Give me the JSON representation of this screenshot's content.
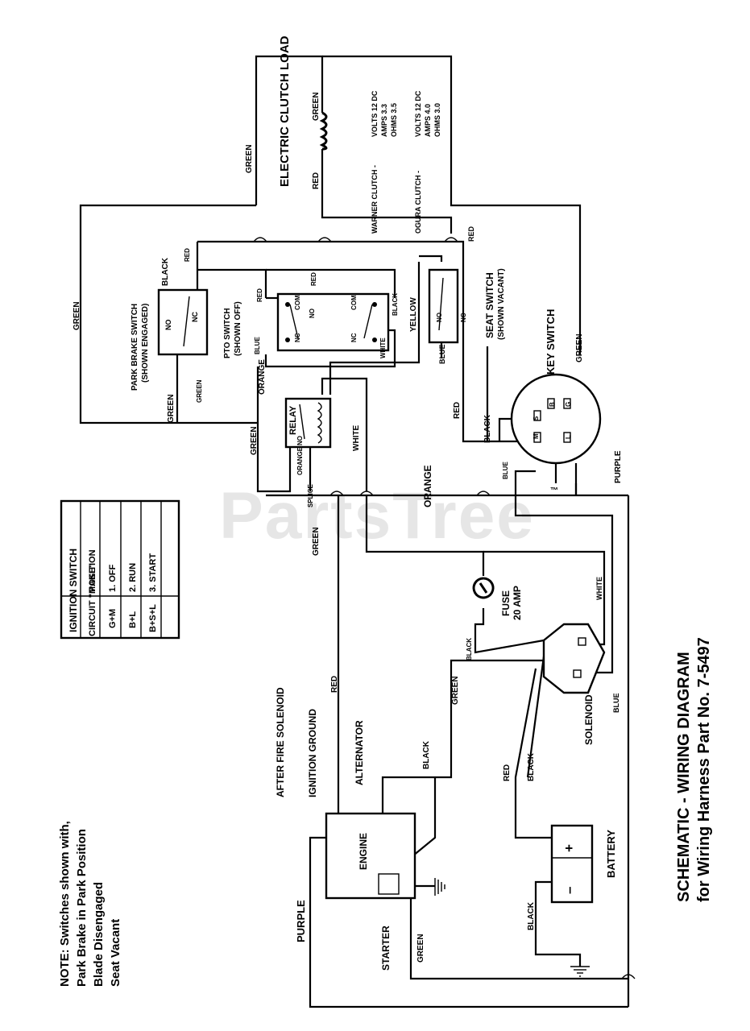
{
  "watermark": "PartsTree",
  "watermark_tm": "™",
  "title": {
    "line1": "SCHEMATIC - WIRING DIAGRAM",
    "line2": "for Wiring Harness Part No. 7-5497"
  },
  "note": {
    "line1": "NOTE: Switches shown with,",
    "line2": "Park Brake in Park Position",
    "line3": "Blade Disengaged",
    "line4": "Seat Vacant"
  },
  "ignition_table": {
    "title": "IGNITION SWITCH",
    "headers": [
      "POSITION",
      "CIRCUIT \"MAKE\""
    ],
    "rows": [
      [
        "1. OFF",
        "G+M"
      ],
      [
        "2. RUN",
        "B+L"
      ],
      [
        "3. START",
        "B+S+L"
      ]
    ]
  },
  "components": {
    "electric_clutch": "ELECTRIC CLUTCH LOAD",
    "warner_clutch": "WARNER CLUTCH -",
    "warner_volts": "VOLTS 12 DC",
    "warner_amps": "AMPS 3.3",
    "warner_ohms": "OHMS 3.5",
    "ogura_clutch": "OGURA CLUTCH -",
    "ogura_volts": "VOLTS 12 DC",
    "ogura_amps": "AMPS 4.0",
    "ogura_ohms": "OHMS 3.0",
    "park_brake_switch": "PARK BRAKE SWITCH",
    "park_brake_state": "(SHOWN ENGAGED)",
    "pto_switch": "PTO SWITCH",
    "pto_state": "(SHOWN OFF)",
    "seat_switch": "SEAT SWITCH",
    "seat_state": "(SHOWN VACANT)",
    "key_switch": "KEY SWITCH",
    "relay": "RELAY",
    "fuse": "FUSE",
    "fuse_rating": "20 AMP",
    "solenoid": "SOLENOID",
    "battery": "BATTERY",
    "engine": "ENGINE",
    "starter": "STARTER",
    "after_fire": "AFTER FIRE SOLENOID",
    "ignition_ground": "IGNITION GROUND",
    "alternator": "ALTERNATOR",
    "splice": "SPLICE"
  },
  "terminals": {
    "no": "NO",
    "nc": "NC",
    "com": "COM",
    "s": "S",
    "b": "B",
    "g": "G",
    "m": "M",
    "l": "L",
    "plus": "+",
    "minus": "–"
  },
  "wires": {
    "green": "GREEN",
    "red": "RED",
    "black": "BLACK",
    "blue": "BLUE",
    "white": "WHITE",
    "orange": "ORANGE",
    "yellow": "YELLOW",
    "purple": "PURPLE"
  }
}
